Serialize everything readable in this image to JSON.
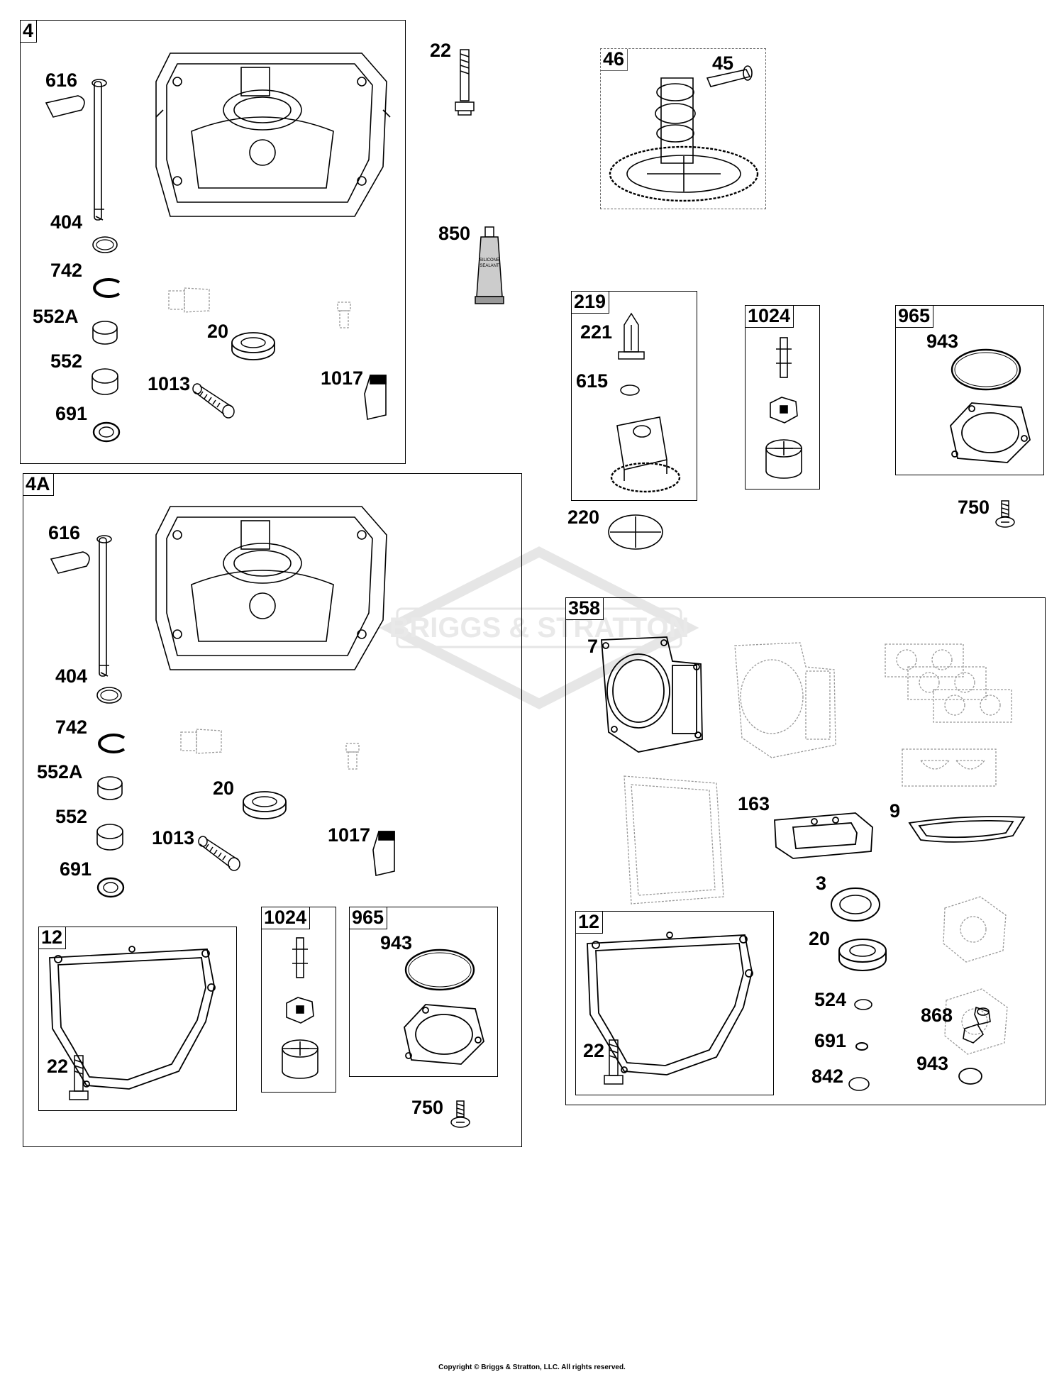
{
  "groups": {
    "g4": "4",
    "g4a": "4A",
    "g46": "46",
    "g219": "219",
    "g1024": "1024",
    "g965": "965",
    "g358": "358",
    "g12": "12",
    "g1024b": "1024",
    "g965b": "965",
    "g12b": "12"
  },
  "labels": {
    "a616": "616",
    "a404": "404",
    "a742": "742",
    "a552A": "552A",
    "a552": "552",
    "a691": "691",
    "a20": "20",
    "a1013": "1013",
    "a1017": "1017",
    "t22": "22",
    "t850": "850",
    "t45": "45",
    "r221": "221",
    "r615": "615",
    "r220": "220",
    "r943": "943",
    "r750": "750",
    "b616": "616",
    "b404": "404",
    "b742": "742",
    "b552A": "552A",
    "b552": "552",
    "b691": "691",
    "b20": "20",
    "b1013": "1013",
    "b1017": "1017",
    "b22": "22",
    "b943": "943",
    "b750": "750",
    "k7": "7",
    "k163": "163",
    "k9": "9",
    "k3": "3",
    "k20": "20",
    "k524": "524",
    "k691": "691",
    "k842": "842",
    "k868": "868",
    "k943": "943",
    "k22": "22"
  },
  "watermark": "BRIGGS & STRATTON",
  "footer": "Copyright © Briggs & Stratton, LLC. All rights reserved.",
  "tube_text": "SILICONE SEALANT"
}
